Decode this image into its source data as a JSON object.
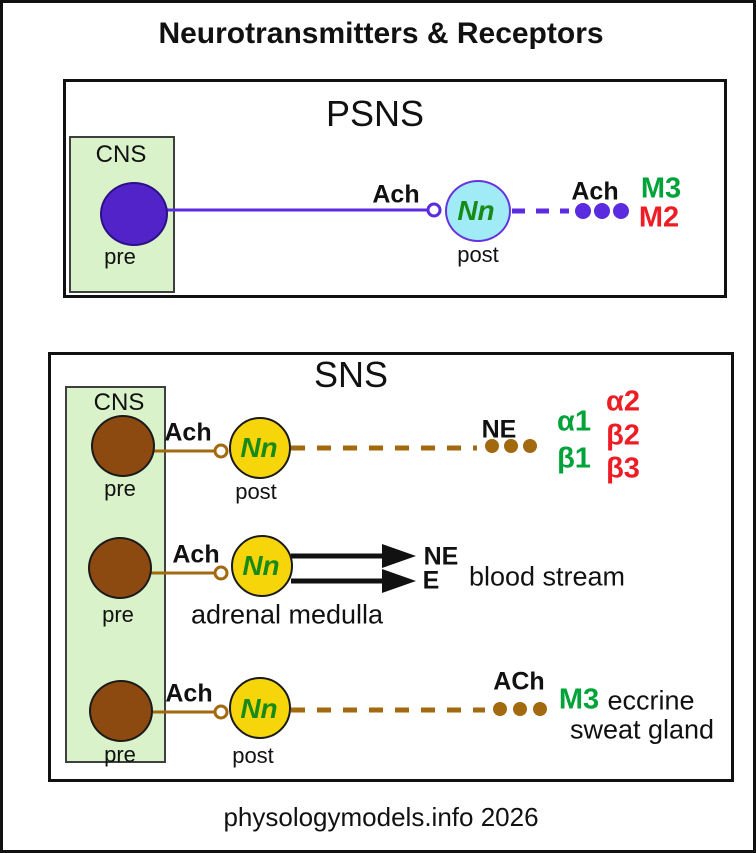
{
  "title": "Neurotransmitters & Receptors",
  "footer": "physologymodels.info 2026",
  "colors": {
    "psns_purple": "#5b2be0",
    "psns_neuron_fill": "#5123c9",
    "psns_post_fill": "#a0ebf5",
    "sns_brown": "#a2690f",
    "sns_neuron_fill": "#8c4a10",
    "sns_post_fill": "#f6d60a",
    "cns_box_fill": "#d9f2c9",
    "receptor_green": "#00a33a",
    "receptor_red": "#ee1c24",
    "nn_green": "#178a17",
    "arrow_black": "#111111"
  },
  "psns": {
    "title": "PSNS",
    "cns": "CNS",
    "pre": "pre",
    "post": "post",
    "ach_ganglion": "Ach",
    "nn": "Nn",
    "ach_terminal": "Ach",
    "receptor_green": "M3",
    "receptor_red": "M2"
  },
  "sns": {
    "title": "SNS",
    "cns": "CNS",
    "row1": {
      "ach": "Ach",
      "pre": "pre",
      "nn": "Nn",
      "post": "post",
      "nt": "NE",
      "receptors_green": [
        "α1",
        "β1"
      ],
      "receptors_red": [
        "α2",
        "β2",
        "β3"
      ]
    },
    "row2": {
      "ach": "Ach",
      "pre": "pre",
      "nn": "Nn",
      "organ": "adrenal medulla",
      "nt1": "NE",
      "nt2": "E",
      "target": "blood stream"
    },
    "row3": {
      "ach": "Ach",
      "pre": "pre",
      "nn": "Nn",
      "post": "post",
      "nt": "ACh",
      "receptor_green": "M3",
      "target_line1": "eccrine",
      "target_line2": "sweat gland"
    }
  }
}
